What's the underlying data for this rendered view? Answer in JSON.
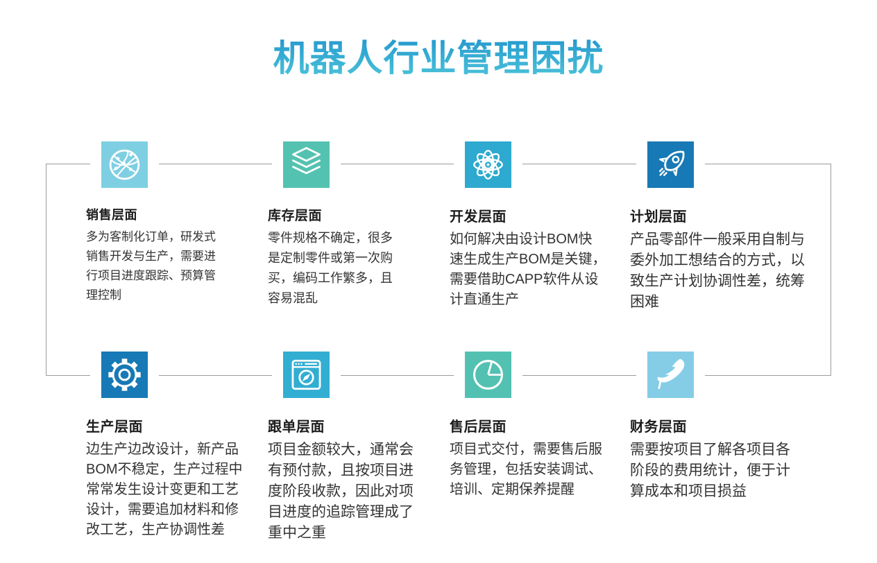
{
  "page": {
    "title": "机器人行业管理困扰"
  },
  "style": {
    "title_gradient_top": "#1d90cb",
    "title_gradient_bottom": "#4ec6da",
    "connector_line_color": "#9b9b9b",
    "heading_color": "#1c1c1c",
    "body_color": "#333333"
  },
  "cards": [
    {
      "title": "销售层面",
      "icon": "network-globe-icon",
      "icon_color": "#7fcfe2",
      "body": "多为客制化订单，研发式\n销售开发与生产，需要进\n行项目进度跟踪、预算管\n理控制"
    },
    {
      "title": "库存层面",
      "icon": "layers-icon",
      "icon_color": "#54c2b0",
      "body": "零件规格不确定，很多\n是定制零件或第一次购\n买，编码工作繁多，且\n容易混乱"
    },
    {
      "title": "开发层面",
      "icon": "atom-icon",
      "icon_color": "#2ea9cf",
      "body": "如何解决由设计BOM快\n速生成生产BOM是关键，\n需要借助CAPP软件从设\n计直通生产"
    },
    {
      "title": "计划层面",
      "icon": "rocket-icon",
      "icon_color": "#1779b5",
      "body": "产品零部件一般采用自制与\n委外加工想结合的方式，以\n致生产计划协调性差，统筹\n困难"
    },
    {
      "title": "生产层面",
      "icon": "gear-icon",
      "icon_color": "#1779b5",
      "body": "边生产边改设计，新产品\nBOM不稳定，生产过程中\n常常发生设计变更和工艺\n设计，需要追加材料和修\n改工艺，生产协调性差"
    },
    {
      "title": "跟单层面",
      "icon": "browser-compass-icon",
      "icon_color": "#32aed2",
      "body": "项目金额较大，通常会\n有预付款，且按项目进\n度阶段收款，因此对项\n目进度的追踪管理成了\n重中之重"
    },
    {
      "title": "售后层面",
      "icon": "pie-chart-icon",
      "icon_color": "#52c1b2",
      "body": "项目式交付，需要售后服\n务管理，包括安装调试、\n培训、定期保养提醒"
    },
    {
      "title": "财务层面",
      "icon": "feather-icon",
      "icon_color": "#85cde6",
      "body": "需要按项目了解各项目各\n阶段的费用统计，便于计\n算成本和项目损益"
    }
  ]
}
